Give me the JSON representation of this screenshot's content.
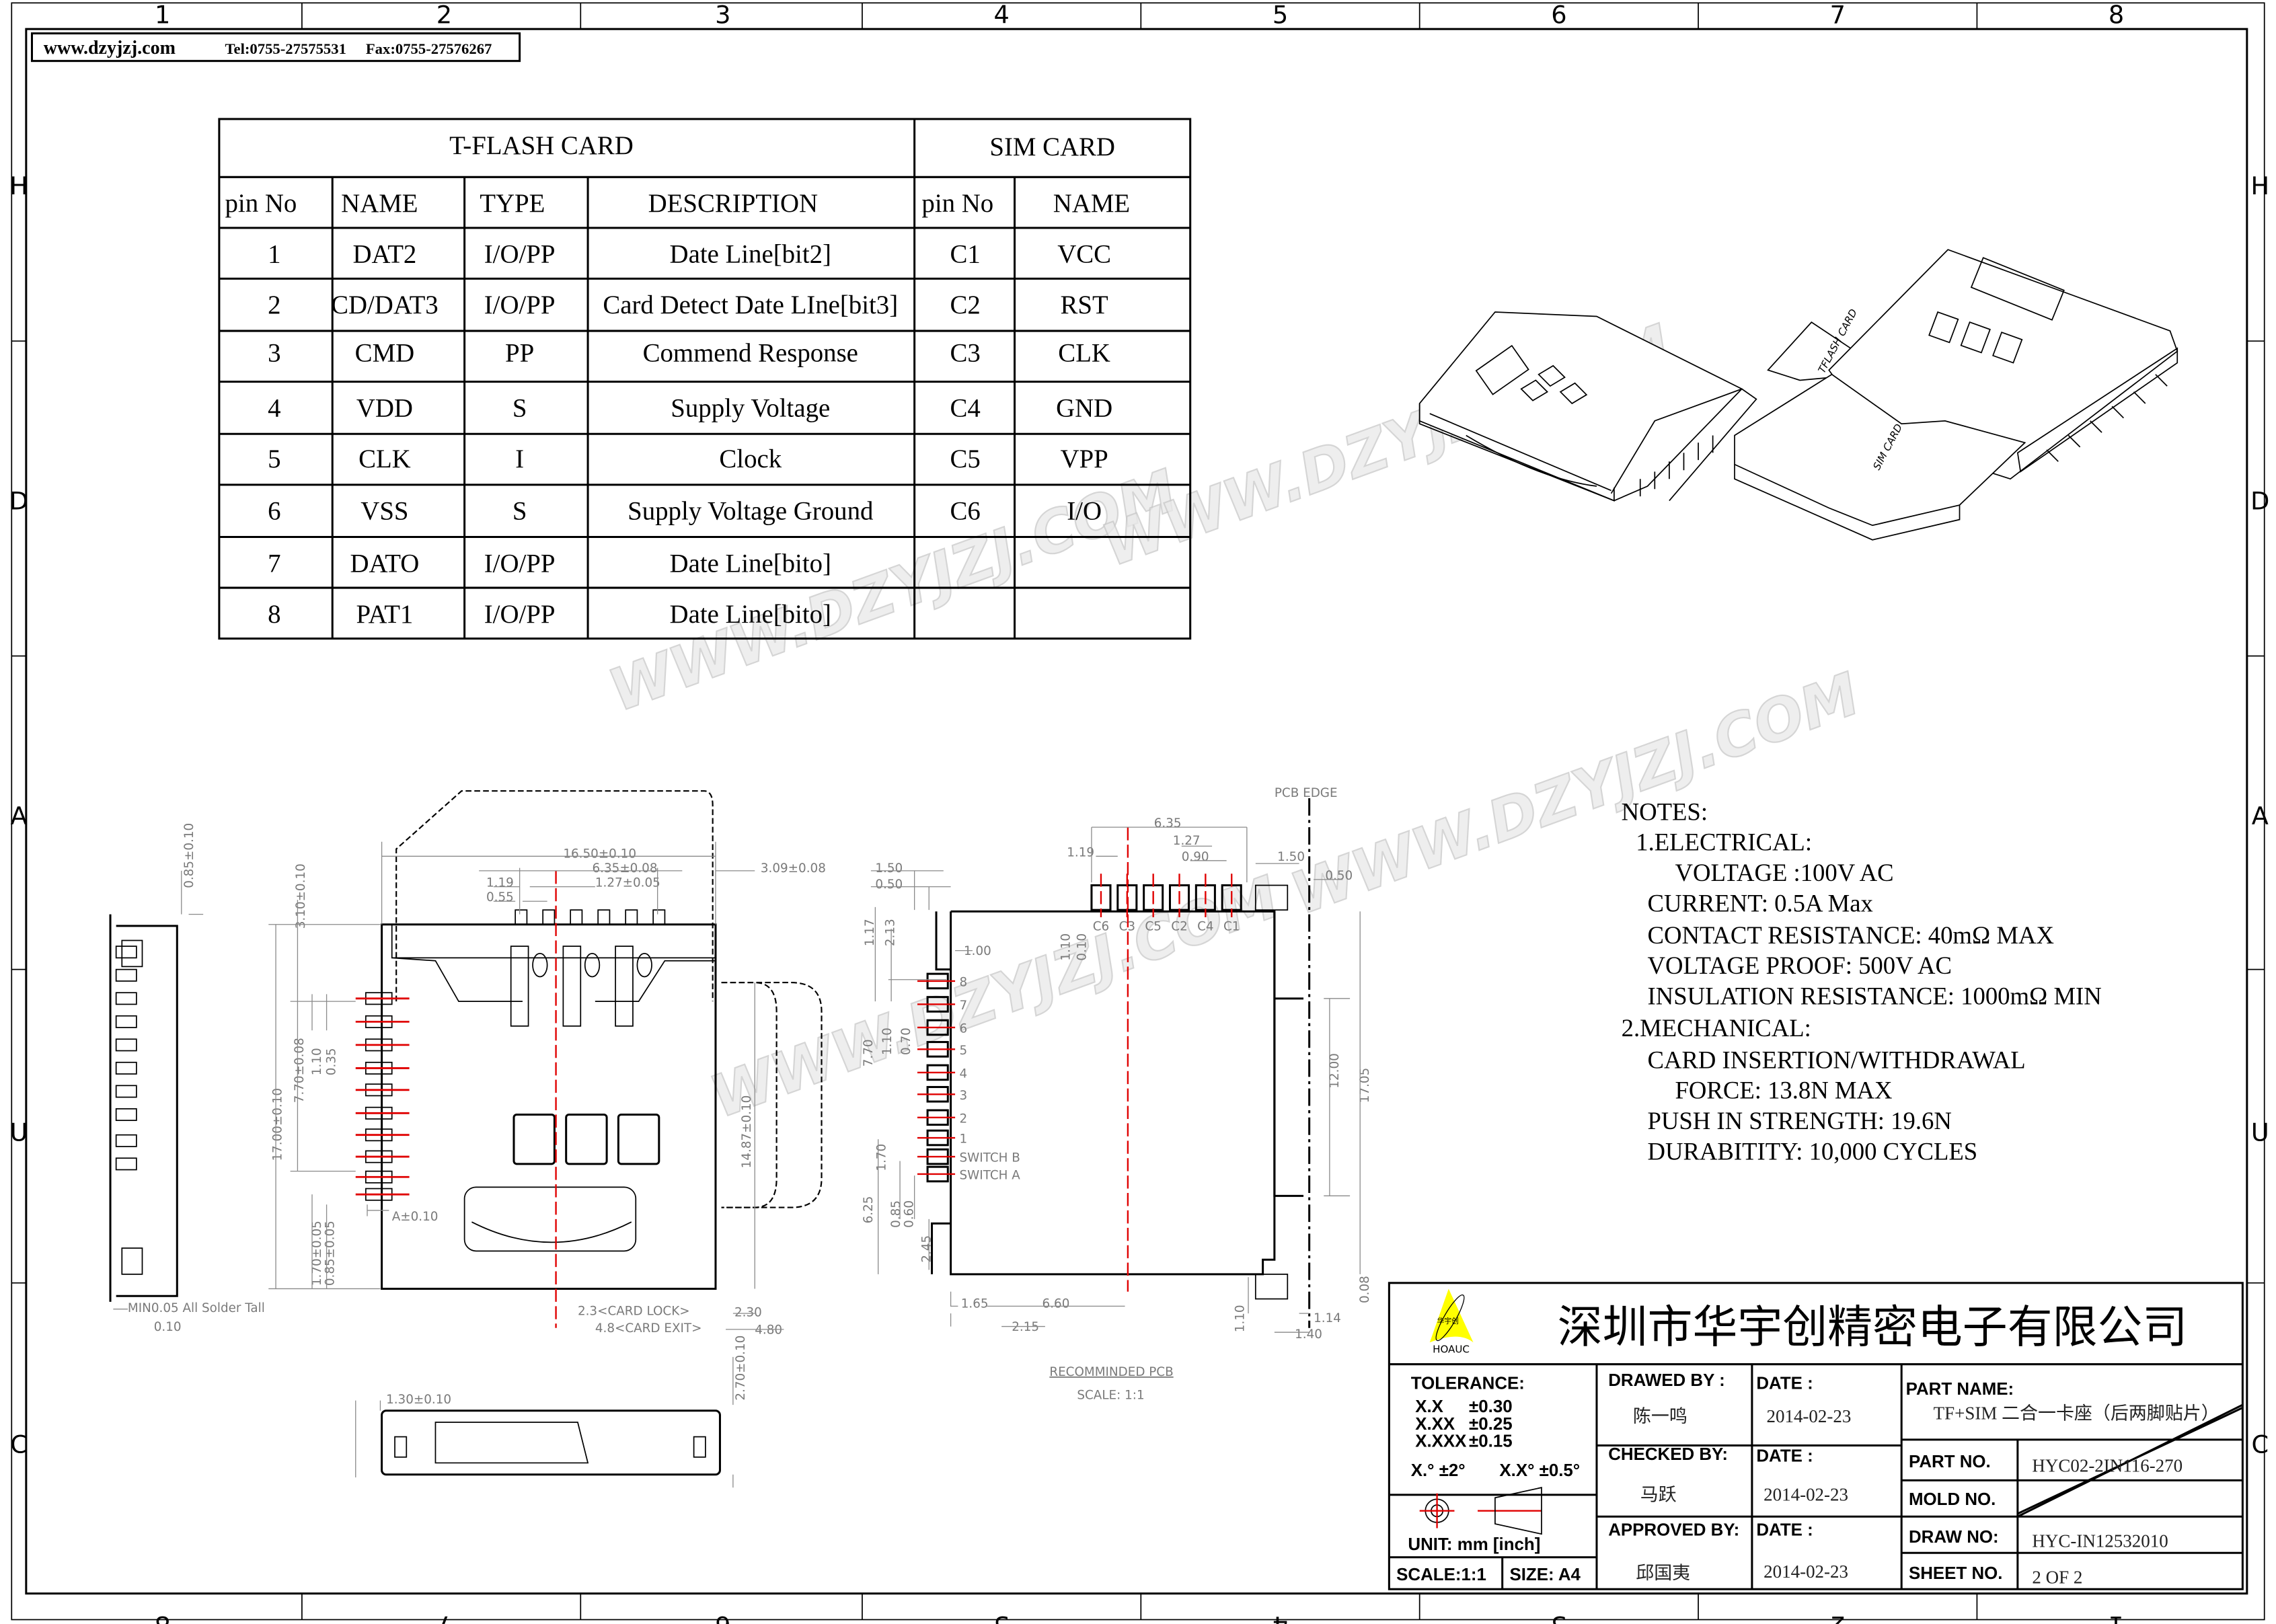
{
  "header": {
    "website": "www.dzyjzj.com",
    "tel": "Tel:0755-27575531",
    "fax": "Fax:0755-27576267"
  },
  "border": {
    "columns": [
      "1",
      "2",
      "3",
      "4",
      "5",
      "6",
      "7",
      "8"
    ],
    "rows": [
      "H",
      "D",
      "A",
      "U",
      "C"
    ]
  },
  "tflash_table": {
    "title": "T-FLASH CARD",
    "headers": [
      "pin No",
      "NAME",
      "TYPE",
      "DESCRIPTION"
    ],
    "rows": [
      [
        "1",
        "DAT2",
        "I/O/PP",
        "Date Line[bit2]"
      ],
      [
        "2",
        "CD/DAT3",
        "I/O/PP",
        "Card Detect Date LIne[bit3]"
      ],
      [
        "3",
        "CMD",
        "PP",
        "Commend Response"
      ],
      [
        "4",
        "VDD",
        "S",
        "Supply Voltage"
      ],
      [
        "5",
        "CLK",
        "I",
        "Clock"
      ],
      [
        "6",
        "VSS",
        "S",
        "Supply Voltage Ground"
      ],
      [
        "7",
        "DATO",
        "I/O/PP",
        "Date Line[bito]"
      ],
      [
        "8",
        "PAT1",
        "I/O/PP",
        "Date Line[bito]"
      ]
    ]
  },
  "sim_table": {
    "title": "SIM  CARD",
    "headers": [
      "pin No",
      "NAME"
    ],
    "rows": [
      [
        "C1",
        "VCC"
      ],
      [
        "C2",
        "RST"
      ],
      [
        "C3",
        "CLK"
      ],
      [
        "C4",
        "GND"
      ],
      [
        "C5",
        "VPP"
      ],
      [
        "C6",
        "I/O"
      ]
    ]
  },
  "iso_view": {
    "tflash_label": "TFLASH CARD",
    "sim_label": "SIM CARD"
  },
  "watermark": "WWW.DZYJZJ.COM",
  "notes": {
    "title": "NOTES:",
    "lines": [
      "1.ELECTRICAL:",
      "VOLTAGE :100V AC",
      "CURRENT: 0.5A Max",
      "CONTACT RESISTANCE: 40mΩ MAX",
      "VOLTAGE PROOF: 500V AC",
      "INSULATION RESISTANCE: 1000mΩ MIN",
      "2.MECHANICAL:",
      "CARD INSERTION/WITHDRAWAL",
      "FORCE: 13.8N MAX",
      "PUSH IN STRENGTH: 19.6N",
      "DURABITITY: 10,000 CYCLES"
    ]
  },
  "connector_dims": {
    "d16_50": "16.50±0.10",
    "d6_35": "6.35±0.08",
    "d3_09": "3.09±0.08",
    "d1_19": "1.19",
    "d1_27": "1.27±0.05",
    "d0_55": "0.55",
    "d0_85": "0.85±0.10",
    "d3_10": "3.10±0.10",
    "d17_00": "17.00±0.10",
    "d7_70": "7.70±0.08",
    "d1_10": "1.10",
    "d0_35": "0.35",
    "d14_87": "14.87±0.10",
    "dA": "A±0.10",
    "d1_70": "1.70±0.05",
    "d0_85b": "0.85±0.05",
    "solder": "MIN0.05 All Solder Tall",
    "flat": "0.10",
    "lock": "2.3<CARD LOCK>",
    "d2_30": "2.30",
    "exit": "4.8<CARD EXIT>",
    "d4_80": "4.80",
    "d1_30": "1.30±0.10",
    "d2_70": "2.70±0.10"
  },
  "pcb": {
    "edge": "PCB EDGE",
    "dims": {
      "p6_35": "6.35",
      "p1_19": "1.19",
      "p1_27": "1.27",
      "p0_90": "0.90",
      "p1_50r": "1.50",
      "p0_50r": "0.50",
      "p1_50l": "1.50",
      "p0_50l": "0.50",
      "p1_17": "1.17",
      "p2_13": "2.13",
      "p1_00": "1.00",
      "p1_10t": "1.10",
      "p0_10t": "0.10",
      "p7_70": "7.70",
      "p1_10": "1.10",
      "p0_70": "0.70",
      "p12_00": "12.00",
      "p17_05": "17.05",
      "p1_70": "1.70",
      "p6_25": "6.25",
      "p0_85": "0.85",
      "p0_60": "0.60",
      "p2_45": "2.45",
      "p1_65": "1.65",
      "p6_60": "6.60",
      "p2_15": "2.15",
      "p1_10b": "1.10",
      "p1_14": "1.14",
      "p1_40": "1.40",
      "p0_08": "0.08"
    },
    "sim_pads": [
      "C6",
      "C3",
      "C5",
      "C2",
      "C4",
      "C1"
    ],
    "tf_pads": [
      "8",
      "7",
      "6",
      "5",
      "4",
      "3",
      "2",
      "1",
      "SWITCH  B",
      "SWITCH  A"
    ],
    "caption": "RECOMMINDED PCB",
    "scale": "SCALE: 1:1"
  },
  "title_block": {
    "company": "深圳市华宇创精密电子有限公司",
    "logo_text": "华宇创",
    "logo_brand": "HOAUC",
    "tolerance_label": "TOLERANCE:",
    "tolerances": [
      [
        "X.X",
        "±0.30"
      ],
      [
        "X.XX",
        "±0.25"
      ],
      [
        "X.XXX",
        "±0.15"
      ]
    ],
    "angle_tol": [
      "X.° ±2°",
      "X.X° ±0.5°"
    ],
    "unit": "UNIT:  mm  [inch]",
    "scale": "SCALE:1:1",
    "size": "SIZE:  A4",
    "drawed_by_label": "DRAWED  BY :",
    "drawed_by": "陈一鸣",
    "checked_by_label": "CHECKED  BY:",
    "checked_by": "马跃",
    "approved_by_label": "APPROVED  BY:",
    "approved_by": "邱国夷",
    "date_label": "DATE :",
    "dates": [
      "2014-02-23",
      "2014-02-23",
      "2014-02-23"
    ],
    "part_name_label": "PART  NAME:",
    "part_name": "TF+SIM  二合一卡座（后两脚贴片）",
    "part_no_label": "PART  NO.",
    "part_no": "HYC02-2IN116-270",
    "mold_no_label": "MOLD  NO.",
    "draw_no_label": "DRAW  NO:",
    "draw_no": "HYC-IN12532010",
    "sheet_no_label": "SHEET  NO.",
    "sheet_no": "2  OF  2"
  }
}
